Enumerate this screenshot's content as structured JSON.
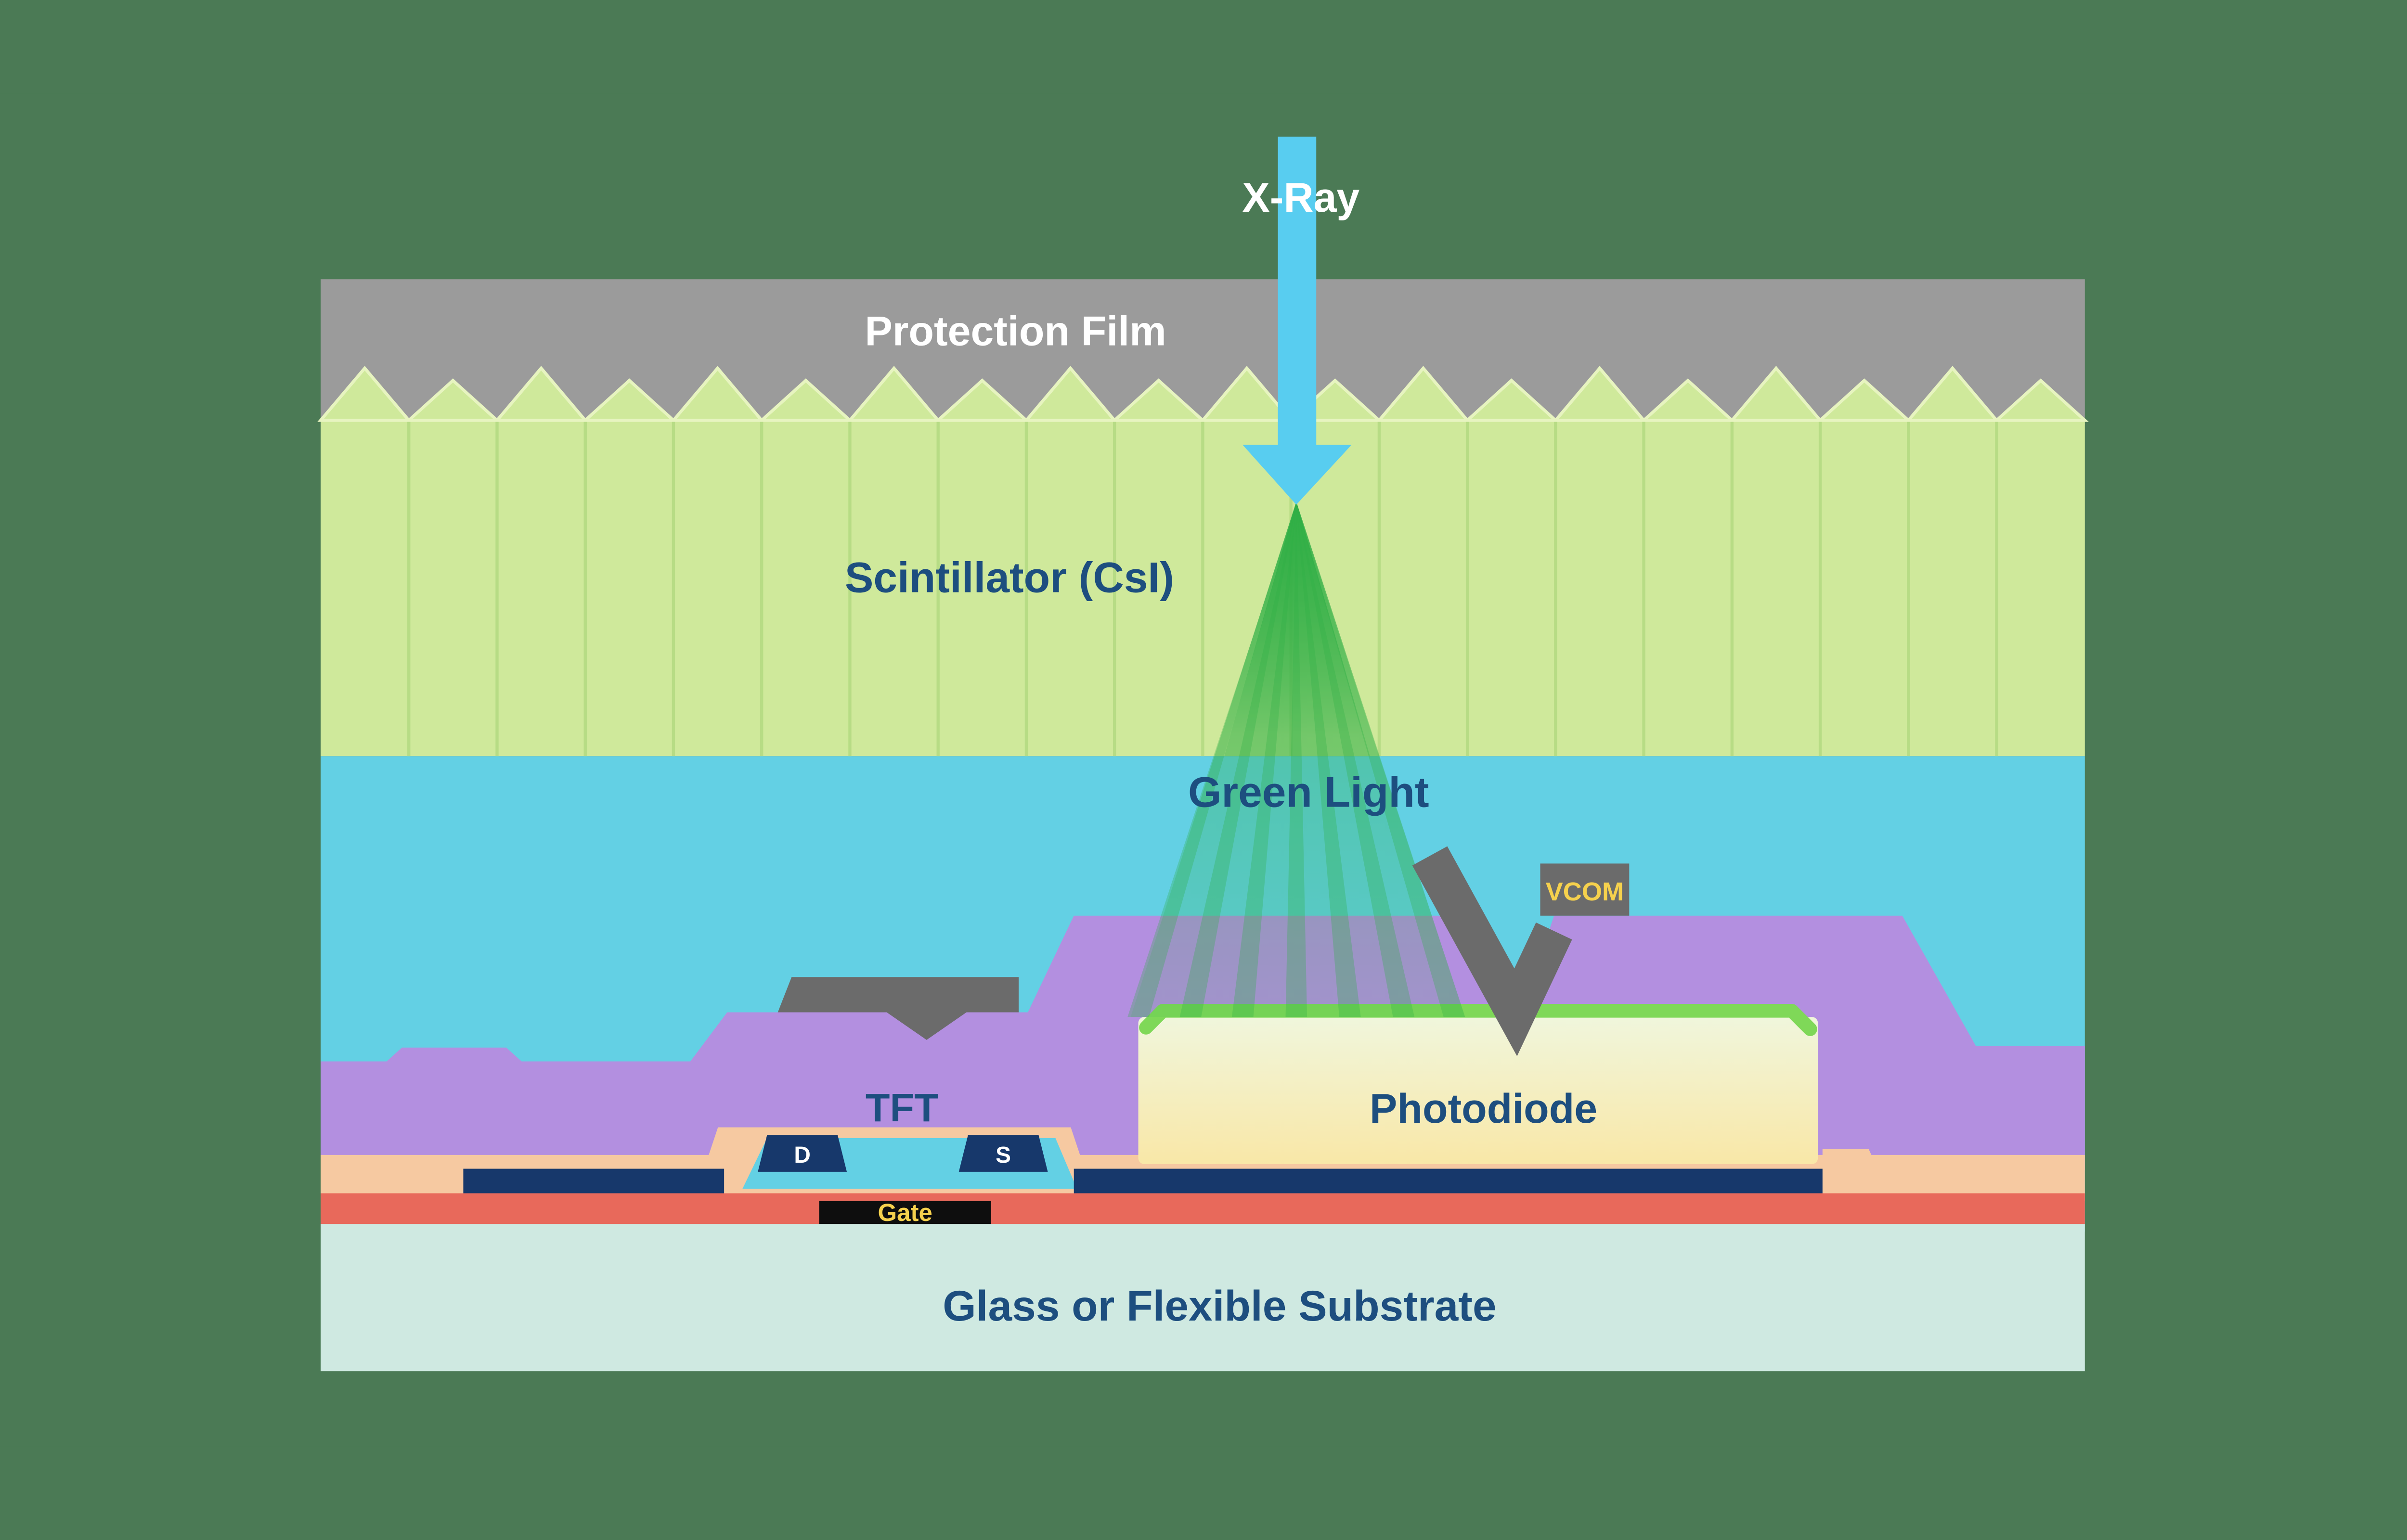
{
  "labels": {
    "xray": "X-Ray",
    "protection_film": "Protection Film",
    "scintillator": "Scintillator (CsI)",
    "green_light": "Green Light",
    "vcom": "VCOM",
    "tft": "TFT",
    "drain": "D",
    "source": "S",
    "gate": "Gate",
    "photodiode": "Photodiode",
    "substrate": "Glass or Flexible Substrate"
  },
  "colors": {
    "background": "#4b7a55",
    "protection_film": "#9b9b9b",
    "scintillator_green": "#cfe99b",
    "scintillator_divider": "#b7dc85",
    "scintillator_highlight": "#e7f4c0",
    "cyan_layer": "#63d0e4",
    "xray_arrow": "#58cdf0",
    "green_light": "#2fae45",
    "purple_layer": "#b38fe0",
    "electrode_gray": "#6b6b6b",
    "photodiode_green": "#7fd858",
    "photodiode_cream": "#f6ecbc",
    "insulator_salmon": "#f6c9a1",
    "red_layer": "#e8695b",
    "metal_navy": "#17386b",
    "gate_black": "#0e0e0e",
    "substrate_teal": "#cfe9e1",
    "text_navy": "#1d4e7f",
    "text_white": "#ffffff",
    "text_yellow": "#f6d14d"
  },
  "scintillator": {
    "column_count": 20
  }
}
